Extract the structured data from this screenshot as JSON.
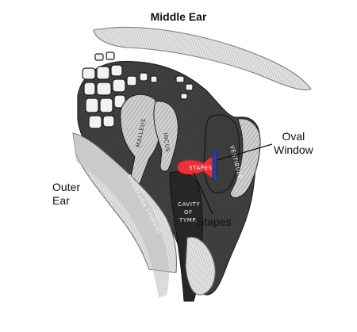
{
  "title": "Middle Ear",
  "labels": {
    "outer_ear_line1": "Outer",
    "outer_ear_line2": "Ear",
    "oval_window_line1": "Oval",
    "oval_window_line2": "Window",
    "stapes": "Stapes"
  },
  "engraved_labels": {
    "malleus": "MALLEUS",
    "incus": "INCUS",
    "vestibule": "VESTIBULE",
    "stapes_small": "STAPES",
    "membrana": "MEMBRANA TYMPANI",
    "cavity_1": "CAVITY",
    "cavity_2": "OF",
    "cavity_3": "TYMP."
  },
  "colors": {
    "stapes_highlight": "#e8323a",
    "oval_window_highlight": "#2a3f9e",
    "bone_dark": "#2d2d2d",
    "bone_mid": "#8a8a8a",
    "bone_light": "#d9d9d9"
  }
}
